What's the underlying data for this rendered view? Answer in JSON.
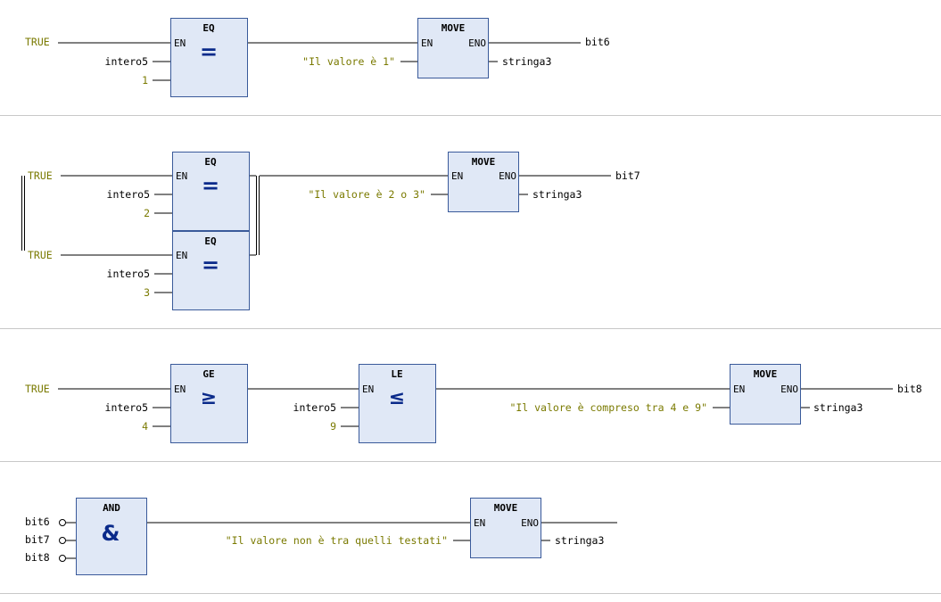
{
  "colors": {
    "block_fill": "#e0e8f6",
    "block_border": "#3a5a9a",
    "constant_text": "#7a7a00",
    "symbol": "#0a2a8a",
    "separator": "#c8c8c8"
  },
  "rung1": {
    "en_const": "TRUE",
    "eq": {
      "title": "EQ",
      "en": "EN",
      "symbol": "=",
      "in1": "intero5",
      "in2": "1"
    },
    "move": {
      "title": "MOVE",
      "en": "EN",
      "eno": "ENO",
      "input": "\"Il valore è 1\"",
      "output": "stringa3",
      "eno_out": "bit6"
    }
  },
  "rung2": {
    "en_const_a": "TRUE",
    "en_const_b": "TRUE",
    "eq_a": {
      "title": "EQ",
      "en": "EN",
      "symbol": "=",
      "in1": "intero5",
      "in2": "2"
    },
    "eq_b": {
      "title": "EQ",
      "en": "EN",
      "symbol": "=",
      "in1": "intero5",
      "in2": "3"
    },
    "move": {
      "title": "MOVE",
      "en": "EN",
      "eno": "ENO",
      "input": "\"Il valore è 2 o 3\"",
      "output": "stringa3",
      "eno_out": "bit7"
    }
  },
  "rung3": {
    "en_const": "TRUE",
    "ge": {
      "title": "GE",
      "en": "EN",
      "symbol": "≥",
      "in1": "intero5",
      "in2": "4"
    },
    "le": {
      "title": "LE",
      "en": "EN",
      "symbol": "≤",
      "in1": "intero5",
      "in2": "9"
    },
    "move": {
      "title": "MOVE",
      "en": "EN",
      "eno": "ENO",
      "input": "\"Il valore è compreso tra 4 e 9\"",
      "output": "stringa3",
      "eno_out": "bit8"
    }
  },
  "rung4": {
    "and": {
      "title": "AND",
      "symbol": "&",
      "in1": "bit6",
      "in2": "bit7",
      "in3": "bit8"
    },
    "move": {
      "title": "MOVE",
      "en": "EN",
      "eno": "ENO",
      "input": "\"Il valore non è tra quelli testati\"",
      "output": "stringa3"
    }
  }
}
